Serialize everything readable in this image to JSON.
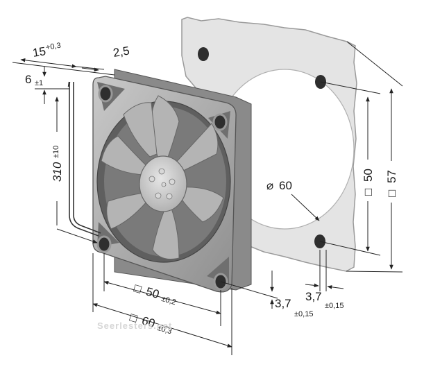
{
  "dimensions": {
    "depth": {
      "value": "15",
      "tolerance": "+0,3"
    },
    "flange": {
      "value": "2,5"
    },
    "lead_exit": {
      "value": "6",
      "tolerance": "±1"
    },
    "lead_length": {
      "value": "310",
      "tolerance": "±10"
    },
    "hole_spacing_front": {
      "prefix": "□",
      "value": "50",
      "tolerance": "±0,2"
    },
    "frame_size": {
      "prefix": "□",
      "value": "60",
      "tolerance": "±0,3"
    },
    "hole_dia_front": {
      "value": "3,7",
      "tolerance": "±0,15"
    },
    "hole_dia_panel": {
      "value": "3,7",
      "tolerance": "±0,15"
    },
    "cutout_diameter": {
      "prefix": "⌀",
      "value": "60"
    },
    "panel_hole_spacing": {
      "prefix": "□",
      "value": "50"
    },
    "panel_size": {
      "prefix": "□",
      "value": "57"
    }
  },
  "watermark": "Seerlesters.net",
  "colors": {
    "panel": "#e4e4e4",
    "panel_edge": "#9a9a9a",
    "fan_frame": "#a9a9a9",
    "fan_frame_dark": "#6f6f6f",
    "blade": "#b4b4b4",
    "hub": "#c8c8c8",
    "hole": "#2e2e2e",
    "wire": "#333333",
    "dim_line": "#222222"
  }
}
